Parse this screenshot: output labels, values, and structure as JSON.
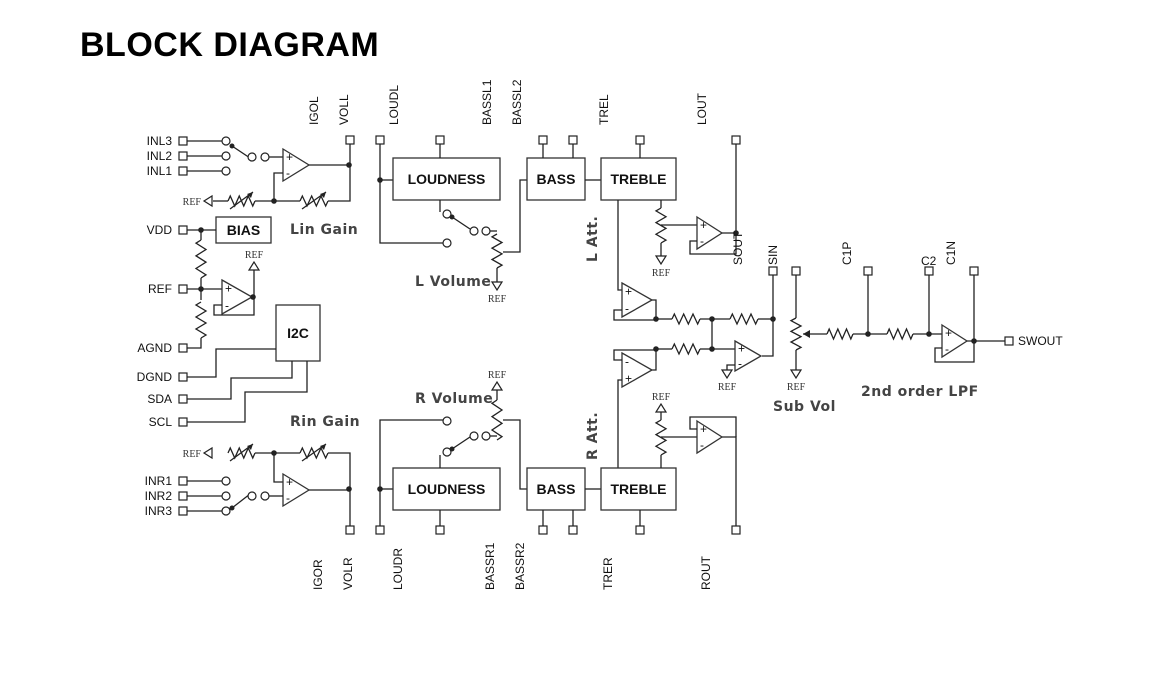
{
  "title": "BLOCK DIAGRAM",
  "blocks": {
    "bias": "BIAS",
    "i2c": "I2C",
    "loudness_l": "LOUDNESS",
    "bass_l": "BASS",
    "treble_l": "TREBLE",
    "loudness_r": "LOUDNESS",
    "bass_r": "BASS",
    "treble_r": "TREBLE"
  },
  "pins": {
    "left": [
      "INL3",
      "INL2",
      "INL1",
      "VDD",
      "REF",
      "AGND",
      "DGND",
      "SDA",
      "SCL",
      "INR1",
      "INR2",
      "INR3"
    ],
    "top": [
      "IGOL",
      "VOLL",
      "LOUDL",
      "BASSL1",
      "BASSL2",
      "TREL",
      "LOUT"
    ],
    "bottom": [
      "IGOR",
      "VOLR",
      "LOUDR",
      "BASSR1",
      "BASSR2",
      "TRER",
      "ROUT"
    ],
    "right": [
      "SOUT",
      "SIN",
      "C1P",
      "C2",
      "C1N",
      "SWOUT"
    ]
  },
  "section_labels": {
    "lin_gain": "Lin Gain",
    "rin_gain": "Rin Gain",
    "l_volume": "L Volume",
    "r_volume": "R Volume",
    "l_att": "L Att.",
    "r_att": "R Att.",
    "sub_vol": "Sub Vol",
    "lpf": "2nd order LPF"
  },
  "ref_label": "REF"
}
